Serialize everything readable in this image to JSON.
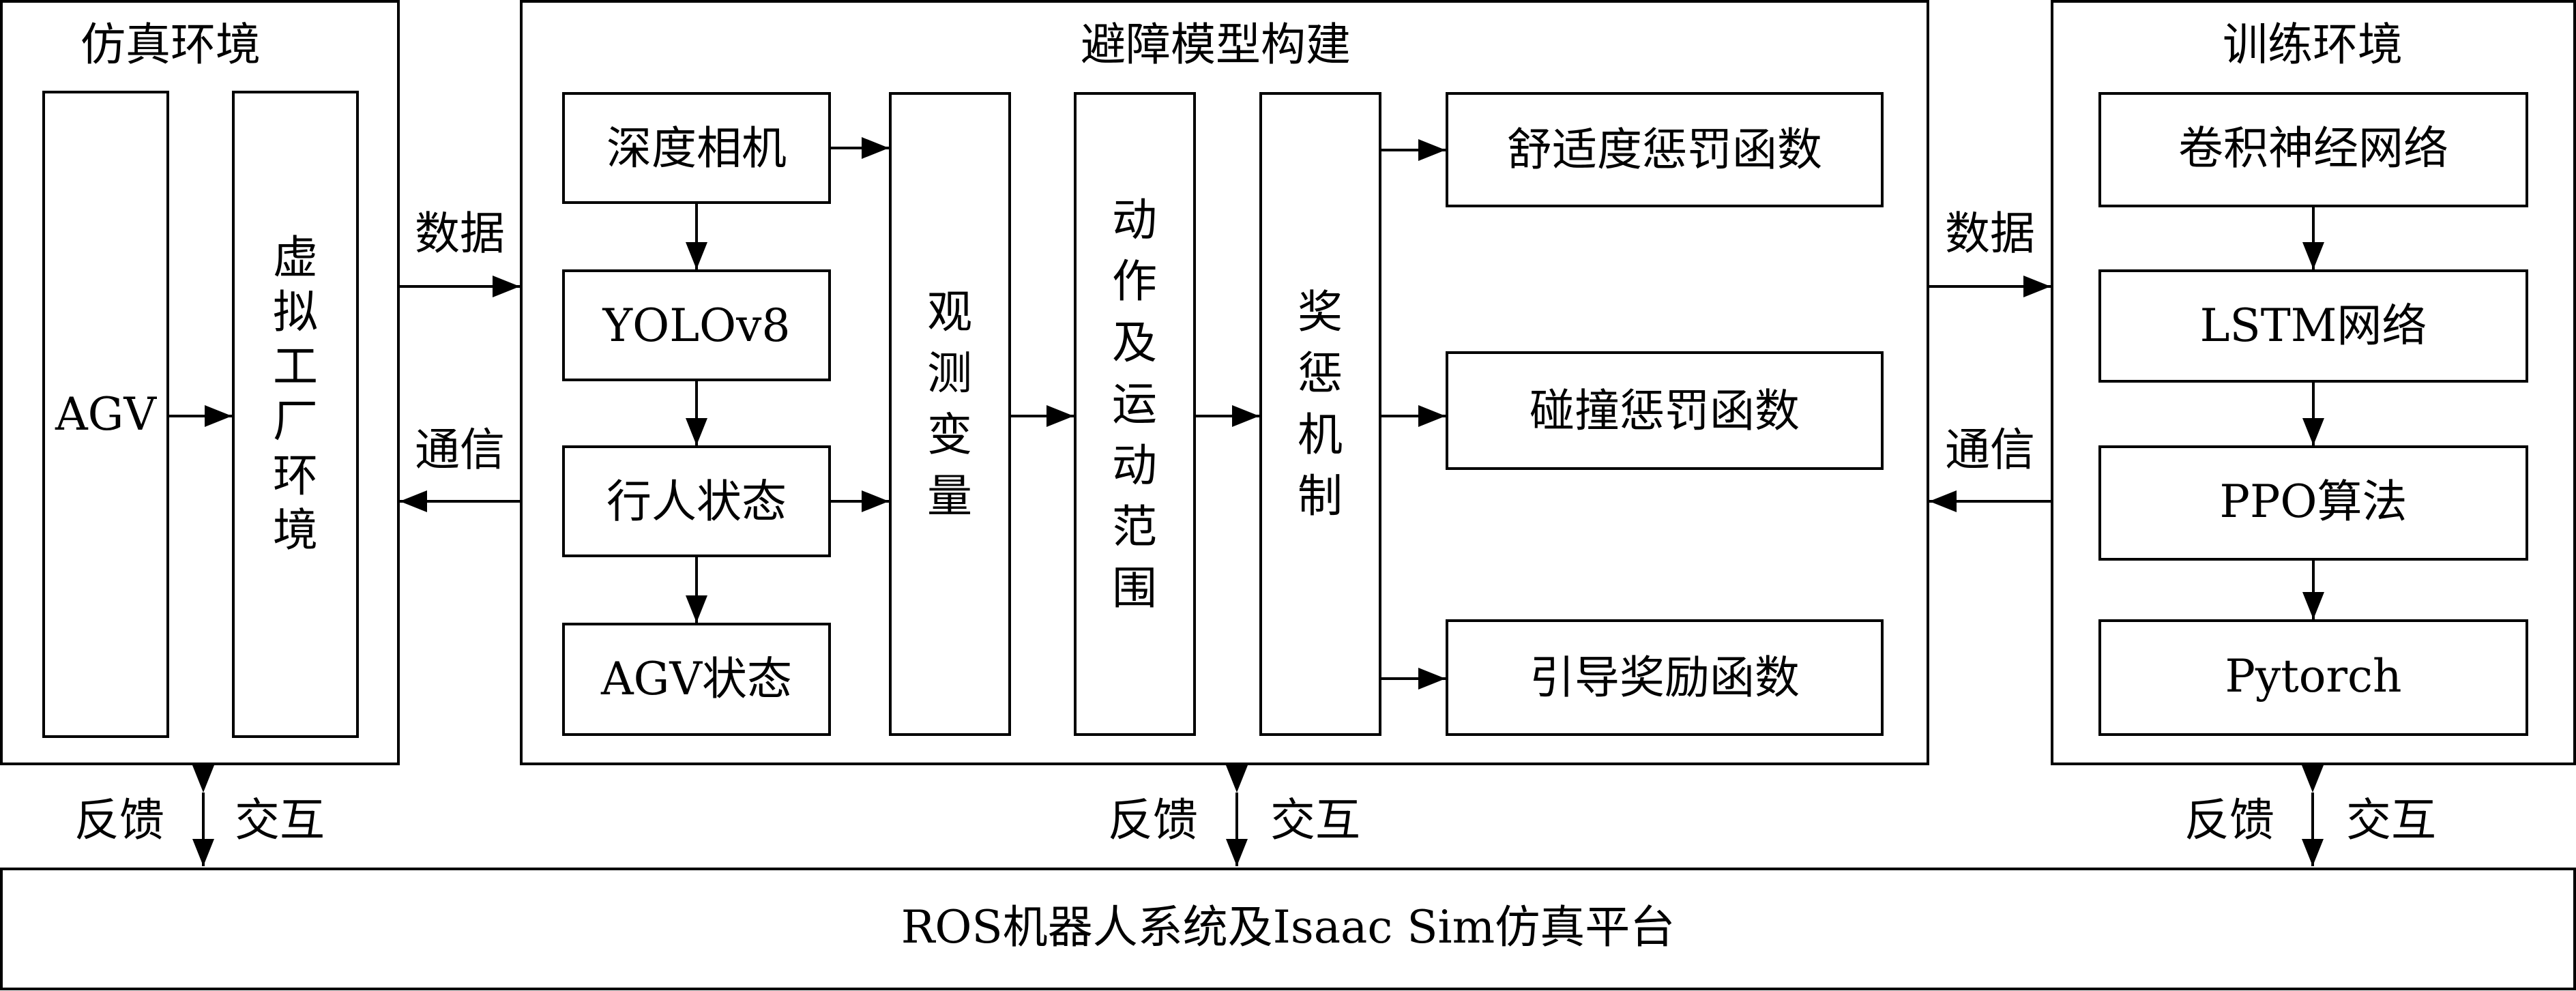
{
  "sim_env": {
    "title": "仿真环境",
    "agv": "AGV",
    "virtual_factory": [
      "虚",
      "拟",
      "工",
      "厂",
      "环",
      "境"
    ]
  },
  "model": {
    "title": "避障模型构建",
    "depth_camera": "深度相机",
    "yolo": "YOLOv8",
    "pedestrian_state": "行人状态",
    "agv_state": "AGV状态",
    "observation": [
      "观",
      "测",
      "变",
      "量"
    ],
    "action_range": [
      "动",
      "作",
      "及",
      "运",
      "动",
      "范",
      "围"
    ],
    "reward_mechanism": [
      "奖",
      "惩",
      "机",
      "制"
    ],
    "comfort_penalty": "舒适度惩罚函数",
    "collision_penalty": "碰撞惩罚函数",
    "guide_reward": "引导奖励函数"
  },
  "train_env": {
    "title": "训练环境",
    "cnn": "卷积神经网络",
    "lstm": "LSTM网络",
    "ppo": "PPO算法",
    "pytorch": "Pytorch"
  },
  "edges": {
    "data": "数据",
    "comm": "通信",
    "feedback": "反馈",
    "interact": "交互"
  },
  "platform": "ROS机器人系统及Isaac Sim仿真平台"
}
